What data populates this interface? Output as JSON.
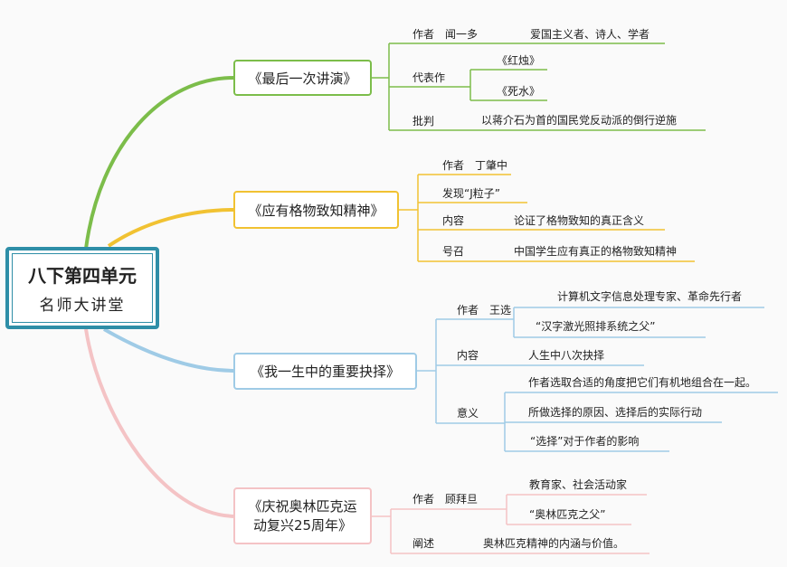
{
  "root": {
    "title": "八下第四单元",
    "subtitle": "名师大讲堂"
  },
  "colors": {
    "green": "#7cbd4a",
    "yellow": "#f1c232",
    "blue": "#9fcbe6",
    "pink": "#f4c3c5",
    "root_border": "#2e8ea7"
  },
  "branches": [
    {
      "title": "《最后一次讲演》",
      "items": [
        {
          "label": "作者　闻一多",
          "detail": "爱国主义者、诗人、学者"
        },
        {
          "label": "代表作",
          "details": [
            "《红烛》",
            "《死水》"
          ]
        },
        {
          "label": "批判",
          "detail": "以蒋介石为首的国民党反动派的倒行逆施"
        }
      ]
    },
    {
      "title": "《应有格物致知精神》",
      "items": [
        {
          "label": "作者　丁肇中"
        },
        {
          "label": "发现“J粒子”"
        },
        {
          "label": "内容",
          "detail": "论证了格物致知的真正含义"
        },
        {
          "label": "号召",
          "detail": "中国学生应有真正的格物致知精神"
        }
      ]
    },
    {
      "title": "《我一生中的重要抉择》",
      "items": [
        {
          "label": "作者　王选",
          "details": [
            "计算机文字信息处理专家、革命先行者",
            "“汉字激光照排系统之父”"
          ]
        },
        {
          "label": "内容",
          "detail": "人生中八次抉择"
        },
        {
          "label": "意义",
          "details": [
            "作者选取合适的角度把它们有机地组合在一起。",
            "所做选择的原因、选择后的实际行动",
            "“选择”对于作者的影响"
          ]
        }
      ]
    },
    {
      "title_lines": [
        "《庆祝奥林匹克运",
        "动复兴25周年》"
      ],
      "items": [
        {
          "label": "作者　顾拜旦",
          "details": [
            "教育家、社会活动家",
            "“奥林匹克之父”"
          ]
        },
        {
          "label": "阐述",
          "detail": "奥林匹克精神的内涵与价值。"
        }
      ]
    }
  ]
}
